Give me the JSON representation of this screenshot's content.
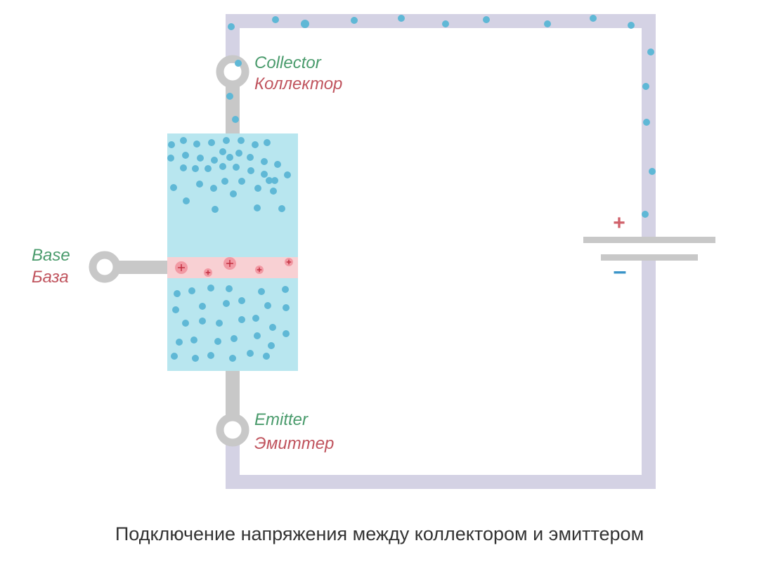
{
  "colors": {
    "wire": "#d4d2e4",
    "lead": "#c8c8c8",
    "semiconductor": "#b8e6ef",
    "base_region": "#f8d0d3",
    "electron": "#5fb8d6",
    "hole": "#f29aa4",
    "english_label": "#4a9b6c",
    "russian_label": "#c0545e",
    "plus_sign": "#d0606a",
    "minus_sign": "#3a94c8",
    "caption": "#333333"
  },
  "labels": {
    "collector_en": "Collector",
    "collector_ru": "Коллектор",
    "base_en": "Base",
    "base_ru": "База",
    "emitter_en": "Emitter",
    "emitter_ru": "Эмиттер"
  },
  "battery": {
    "plus": "+",
    "minus": "–"
  },
  "caption": "Подключение напряжения между коллектором и эмиттером"
}
